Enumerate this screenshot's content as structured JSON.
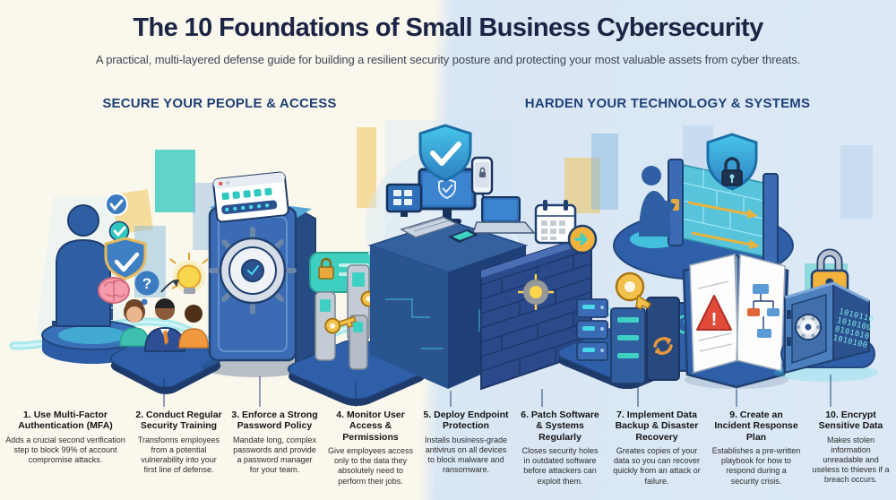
{
  "header": {
    "title": "The 10 Foundations of Small Business Cybersecurity",
    "subtitle": "A practical, multi-layered defense guide for building a resilient security posture and protecting your most valuable assets from cyber threats."
  },
  "sections": {
    "left": "SECURE YOUR PEOPLE & ACCESS",
    "right": "HARDEN YOUR TECHNOLOGY & SYSTEMS"
  },
  "items": [
    {
      "title": "1. Use Multi-Factor Authentication (MFA)",
      "description": "Adds a crucial second verification step to block 99% of account compromise attacks."
    },
    {
      "title": "2. Conduct Regular Security Training",
      "description": "Transforms employees from a potential vulnerability into your first line of defense."
    },
    {
      "title": "3. Enforce a Strong Password Policy",
      "description": "Mandate long, complex passwords and provide a password manager for your team."
    },
    {
      "title": "4. Monitor User Access & Permissions",
      "description": "Give employees access only to the data they absolutely need to perform their jobs."
    },
    {
      "title": "5. Deploy Endpoint Protection",
      "description": "Installs business-grade antivirus on all devices to block malware and ransomware."
    },
    {
      "title": "6. Patch Software & Systems Regularly",
      "description": "Closes security holes in outdated software before attackers can exploit them."
    },
    {
      "title": "7. Implement Data Backup & Disaster Recovery",
      "description": "Greates copies of your data so you can recover quickly from an attack or failure."
    },
    {
      "title": "9. Create an Incident Response Plan",
      "description": "Establishes a pre-written playbook for how to respond during a security crisis."
    },
    {
      "title": "10. Encrypt Sensitive Data",
      "description": "Makes stolen information unreadable and useless to thieves if a breach occurs."
    }
  ],
  "illustration": {
    "question_mark": "?",
    "exclamation": "!",
    "binary_lines": [
      "1010110",
      "1010100",
      "0101010",
      "1010100"
    ],
    "icons": [
      {
        "name": "shield-check-icon",
        "glyph": "✓"
      },
      {
        "name": "question-icon",
        "glyph": "?"
      },
      {
        "name": "lightbulb-icon",
        "glyph": "💡"
      },
      {
        "name": "brain-icon",
        "glyph": "🧠"
      },
      {
        "name": "key-icon",
        "glyph": "🔑"
      },
      {
        "name": "padlock-icon",
        "glyph": "🔒"
      },
      {
        "name": "calendar-icon",
        "glyph": "📅"
      },
      {
        "name": "warning-triangle-icon",
        "glyph": "!"
      }
    ]
  },
  "colors": {
    "background_left": "#FAF7EC",
    "background_right": "#DCE8F5",
    "heading": "#1B2444",
    "section_heading": "#1E3E74",
    "primary_blue": "#2E5FA8",
    "teal": "#2EC8BE",
    "glow_cyan": "#49D8E8",
    "gold": "#F2B23C",
    "orange": "#EC8F35",
    "warning_red": "#E04B3A"
  }
}
